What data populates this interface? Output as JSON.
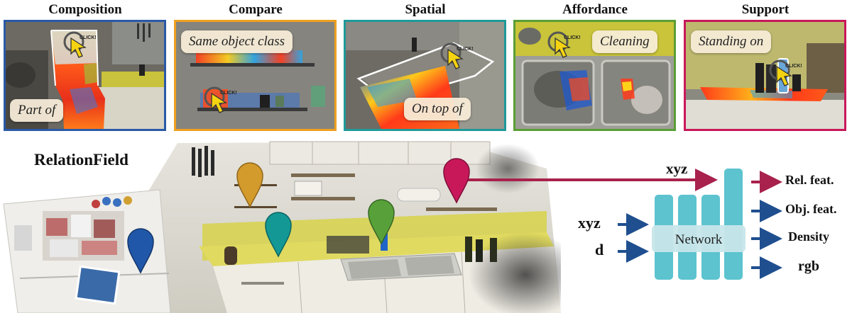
{
  "panels": [
    {
      "title": "Composition",
      "callout": "Part of",
      "border": "#2a5aa6"
    },
    {
      "title": "Compare",
      "callout": "Same object class",
      "border": "#f0a020"
    },
    {
      "title": "Spatial",
      "callout": "On top of",
      "border": "#1f9a9a"
    },
    {
      "title": "Affordance",
      "callout": "Cleaning",
      "border": "#5a9e35"
    },
    {
      "title": "Support",
      "callout": "Standing on",
      "border": "#c8185a"
    }
  ],
  "click_badge": "CLICK!",
  "main": {
    "title": "RelationField",
    "pins": [
      {
        "color": "#2157a8"
      },
      {
        "color": "#d39a2c"
      },
      {
        "color": "#139895"
      },
      {
        "color": "#58a13a"
      },
      {
        "color": "#c8185a"
      }
    ]
  },
  "network": {
    "label": "Network",
    "inputs": [
      "xyz",
      "d"
    ],
    "top_input": "xyz",
    "outputs": [
      "Rel. feat.",
      "Obj. feat.",
      "Density",
      "rgb"
    ],
    "bar_color": "#5cc3cf",
    "arrow_color": "#1f4f8f",
    "relation_color": "#a8224d"
  }
}
